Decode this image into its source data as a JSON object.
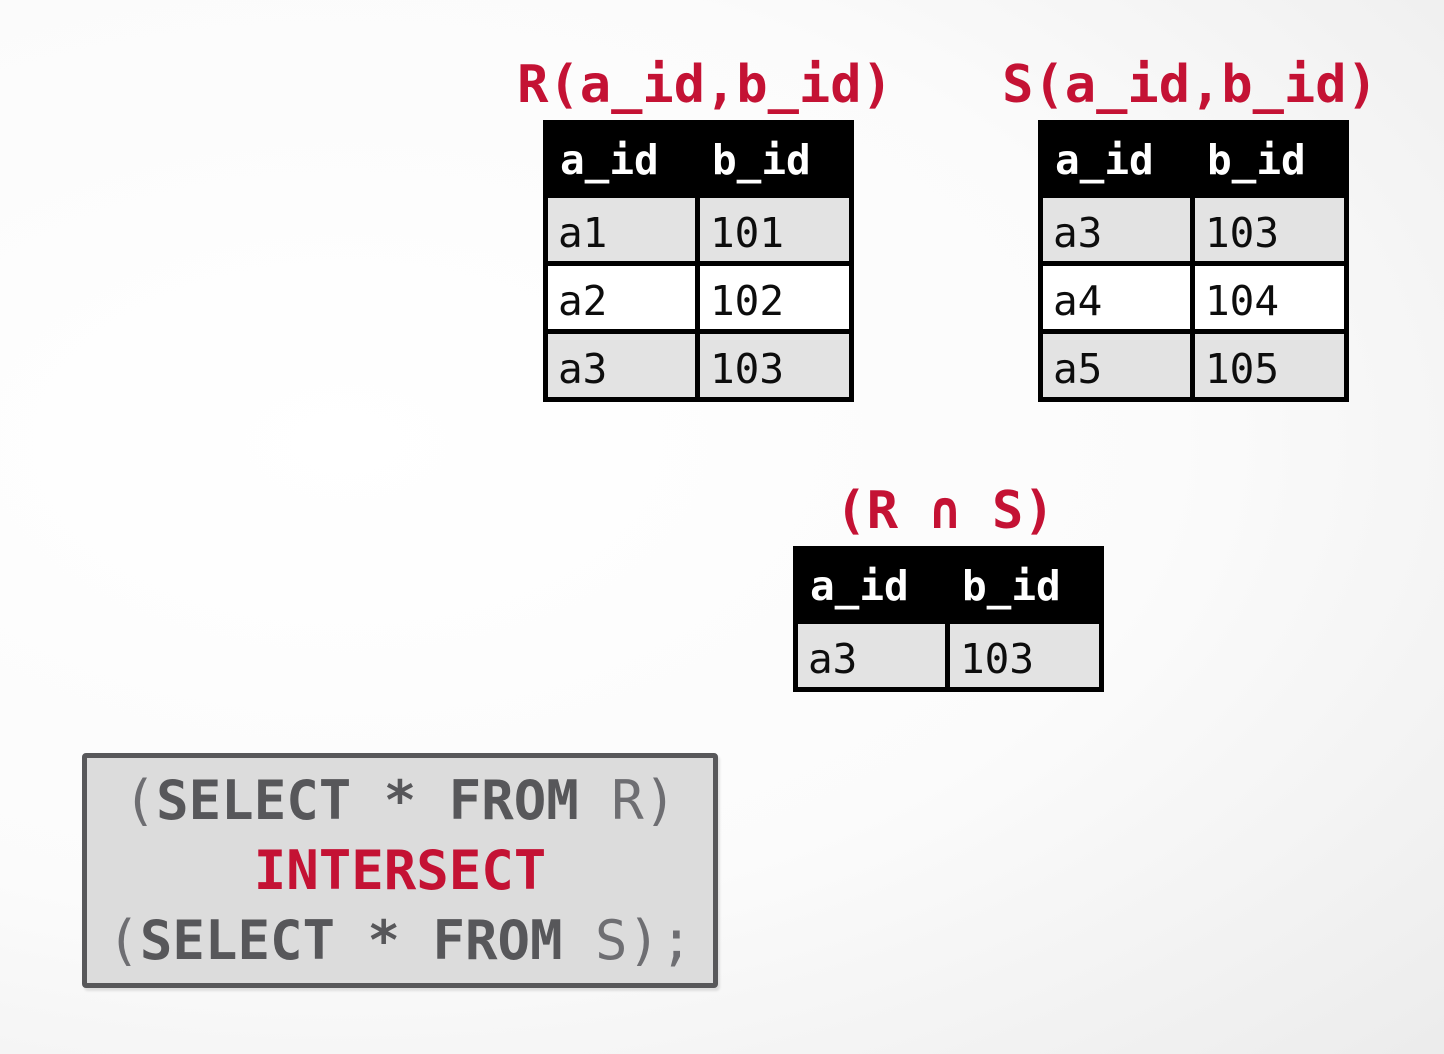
{
  "colors": {
    "accent_red": "#c41234",
    "table_header_bg": "#000000",
    "table_header_text": "#ffffff",
    "row_shaded": "#e3e3e3",
    "row_plain": "#ffffff",
    "table_border": "#000000",
    "sql_box_bg": "#dcdcdc",
    "sql_box_border": "#58585a",
    "sql_keyword_gray": "#57575a",
    "sql_plain_gray": "#6e6e72"
  },
  "tables": [
    {
      "id": "r",
      "title": "R(a_id,b_id)",
      "columns": [
        "a_id",
        "b_id"
      ],
      "rows": [
        [
          "a1",
          "101"
        ],
        [
          "a2",
          "102"
        ],
        [
          "a3",
          "103"
        ]
      ]
    },
    {
      "id": "s",
      "title": "S(a_id,b_id)",
      "columns": [
        "a_id",
        "b_id"
      ],
      "rows": [
        [
          "a3",
          "103"
        ],
        [
          "a4",
          "104"
        ],
        [
          "a5",
          "105"
        ]
      ]
    },
    {
      "id": "result",
      "title": "(R ∩ S)",
      "columns": [
        "a_id",
        "b_id"
      ],
      "rows": [
        [
          "a3",
          "103"
        ]
      ]
    }
  ],
  "sql_query": {
    "lines": [
      {
        "segments": [
          {
            "text": "(",
            "type": "plain"
          },
          {
            "text": "SELECT * FROM",
            "type": "keyword"
          },
          {
            "text": " R)",
            "type": "plain"
          }
        ]
      },
      {
        "segments": [
          {
            "text": "INTERSECT",
            "type": "op"
          }
        ]
      },
      {
        "segments": [
          {
            "text": "(",
            "type": "plain"
          },
          {
            "text": "SELECT * FROM",
            "type": "keyword"
          },
          {
            "text": " S);",
            "type": "plain"
          }
        ]
      }
    ]
  }
}
